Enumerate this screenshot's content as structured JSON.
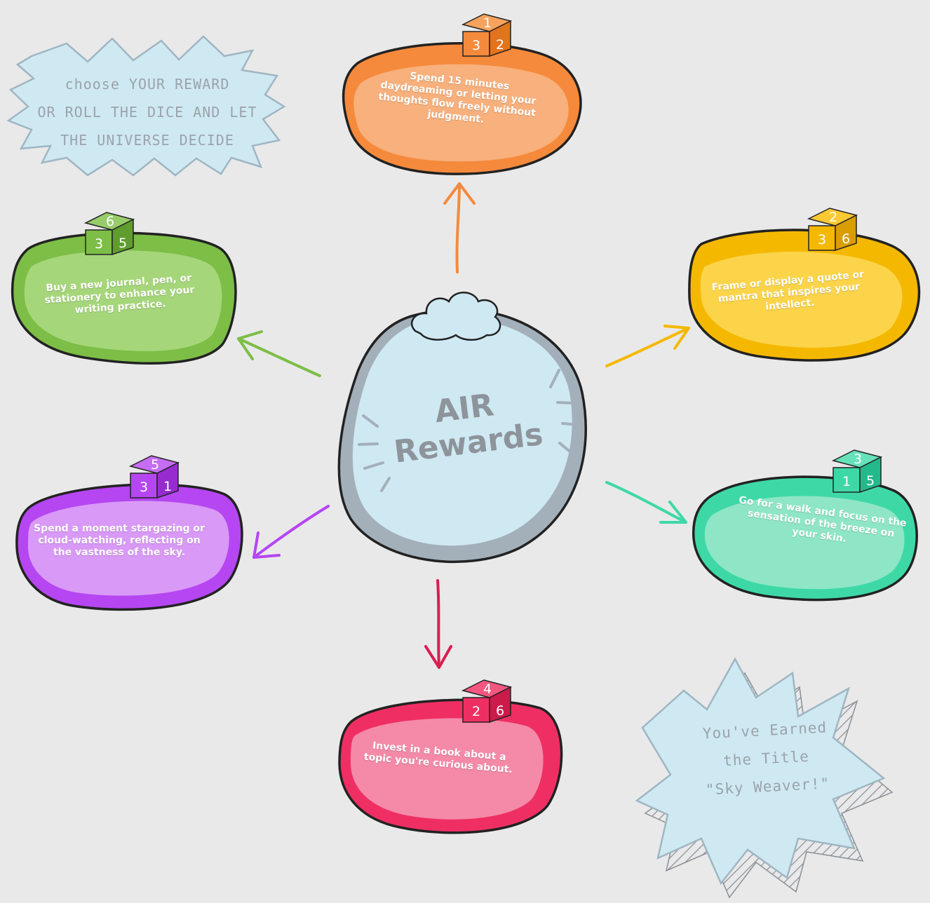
{
  "banner": {
    "line1": "choose YOUR REWARD",
    "line2": "OR ROLL THE DICE AND LET",
    "line3": "THE UNIVERSE DECIDE"
  },
  "center": {
    "line1": "AIR",
    "line2": "Rewards"
  },
  "rewards": [
    {
      "text": "Spend 15 minutes daydreaming or letting your thoughts flow freely without judgment.",
      "dice": [
        "1",
        "3",
        "2"
      ],
      "color": "#f58a3c",
      "light": "#f8b07c"
    },
    {
      "text": "Frame or display a quote or mantra that inspires your intellect.",
      "dice": [
        "2",
        "3",
        "6"
      ],
      "color": "#f5b800",
      "light": "#fcd44a"
    },
    {
      "text": "Go for a walk and focus on the sensation of the breeze on your skin.",
      "dice": [
        "3",
        "1",
        "5"
      ],
      "color": "#3ed8a7",
      "light": "#8ee6c6"
    },
    {
      "text": "Invest in a book about a topic you're curious about.",
      "dice": [
        "4",
        "2",
        "6"
      ],
      "color": "#ef2f64",
      "light": "#f48aa8"
    },
    {
      "text": "Spend a moment stargazing or cloud-watching, reflecting on the vastness of the sky.",
      "dice": [
        "5",
        "3",
        "1"
      ],
      "color": "#b546f2",
      "light": "#d999f6"
    },
    {
      "text": "Buy a new journal, pen, or stationery to enhance your writing practice.",
      "dice": [
        "6",
        "3",
        "5"
      ],
      "color": "#7cbe46",
      "light": "#a6d67a"
    }
  ],
  "title_badge": {
    "line1": "You've Earned",
    "line2": "the Title",
    "line3": "\"Sky Weaver!\""
  },
  "colors": {
    "background": "#e9e9ea",
    "badge_fill": "#cfe9f3",
    "center_fill": "#cfe9f3",
    "center_shadow": "#a3b0ba",
    "outline": "#222222"
  }
}
